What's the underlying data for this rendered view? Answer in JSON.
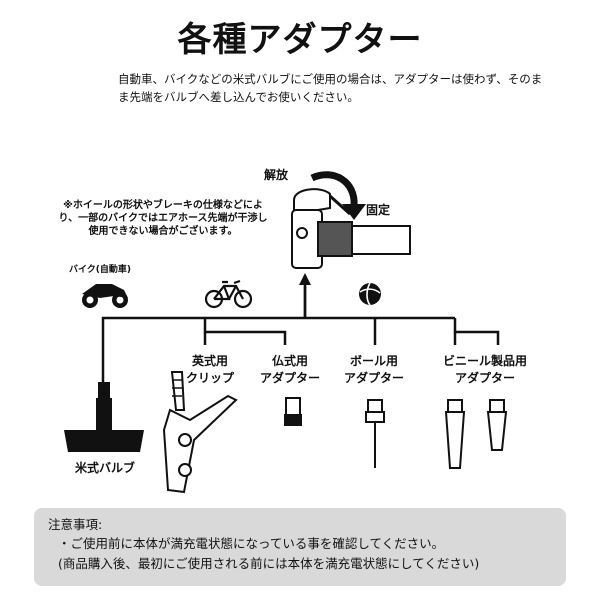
{
  "title": "各種アダプター",
  "intro": "自動車、バイクなどの米式バルブにご使用の場合は、アダプターは使わず、そのまま先端をバルブへ差し込んでお使いください。",
  "warning_note": "※ホイールの形状やブレーキの仕様などにより、一部のバイクではエアホース先端が干渉し使用できない場合がございます。",
  "lever": {
    "release_label": "解放",
    "lock_label": "固定"
  },
  "vehicle_label": "バイク(自動車)",
  "adapters": {
    "us_valve": "米式バルブ",
    "uk_clip_line1": "英式用",
    "uk_clip_line2": "クリップ",
    "fr_line1": "仏式用",
    "fr_line2": "アダプター",
    "ball_line1": "ボール用",
    "ball_line2": "アダプター",
    "vinyl_line1": "ビニール製品用",
    "vinyl_line2": "アダプター"
  },
  "notice": {
    "heading": "注意事項:",
    "line1": "・ご使用前に本体が満充電状態になっている事を確認してください。",
    "line2": "(商品購入後、最初にご使用される前には本体を満充電状態にしてください)"
  },
  "icons": [
    "motorcycle-icon",
    "bicycle-icon",
    "ball-icon",
    "curved-arrow-icon",
    "arrow-up-icon"
  ]
}
